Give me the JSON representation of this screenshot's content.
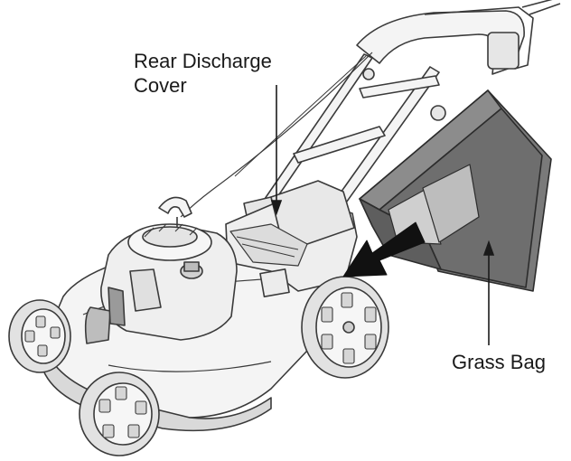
{
  "labels": {
    "rear_discharge_line1": "Rear Discharge",
    "rear_discharge_line2": "Cover",
    "grass_bag": "Grass Bag"
  },
  "colors": {
    "outline": "#3a3a3a",
    "body_fill": "#f4f4f4",
    "shade_fill": "#d9d9d9",
    "bag_fill": "#7a7a7a",
    "bag_dark": "#5e5e5e",
    "arrow_fill": "#111111",
    "wheel_fill": "#e2e2e2",
    "text": "#1a1a1a"
  }
}
